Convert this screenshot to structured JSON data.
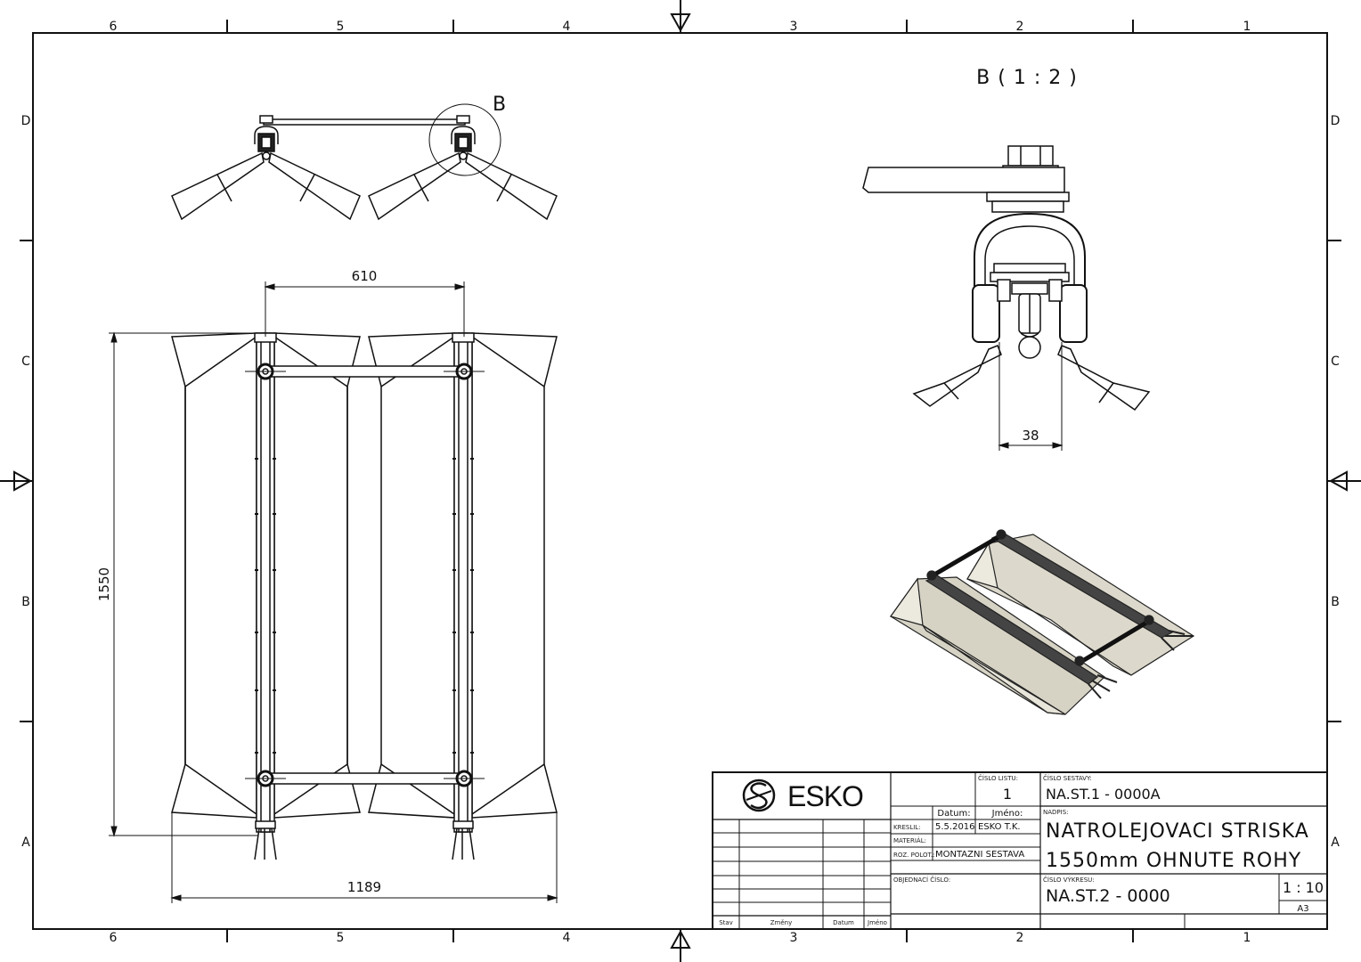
{
  "zones": {
    "top": [
      "6",
      "5",
      "4",
      "3",
      "2",
      "1"
    ],
    "bottom": [
      "6",
      "5",
      "4",
      "3",
      "2",
      "1"
    ],
    "left": [
      "D",
      "C",
      "B",
      "A"
    ],
    "right": [
      "D",
      "C",
      "B",
      "A"
    ]
  },
  "views": {
    "detail_marker": "B",
    "detail_title": "B ( 1 : 2 )"
  },
  "dimensions": {
    "spacing": "610",
    "length": "1550",
    "width": "1189",
    "detail_width": "38"
  },
  "title_block": {
    "company": "ESKO",
    "sheet_no_label": "ČÍSLO LISTU:",
    "sheet_no": "1",
    "assembly_no_label": "ČÍSLO SESTAVY:",
    "assembly_no": "NA.ST.1 - 0000A",
    "date_label": "Datum:",
    "name_label": "Jméno:",
    "title_label": "NADPIS:",
    "title_line1": "NATROLEJOVACI STRISKA",
    "title_line2": "1550mm OHNUTE ROHY",
    "drawn_label": "KRESLIL:",
    "drawn_date": "5.5.2016",
    "drawn_by": "ESKO T.K.",
    "material_label": "MATERIÁL:",
    "semi_label": "ROZ. POLOT.:",
    "semi_value": "MONTAZNI SESTAVA",
    "order_label": "OBJEDNACÍ ČÍSLO:",
    "drawing_no_label": "ČÍSLO VÝKRESU:",
    "drawing_no": "NA.ST.2 - 0000",
    "scale": "1 : 10",
    "format": "A3",
    "rev_state": "Stav",
    "rev_changes": "Změny",
    "rev_date": "Datum",
    "rev_name": "Jméno"
  }
}
